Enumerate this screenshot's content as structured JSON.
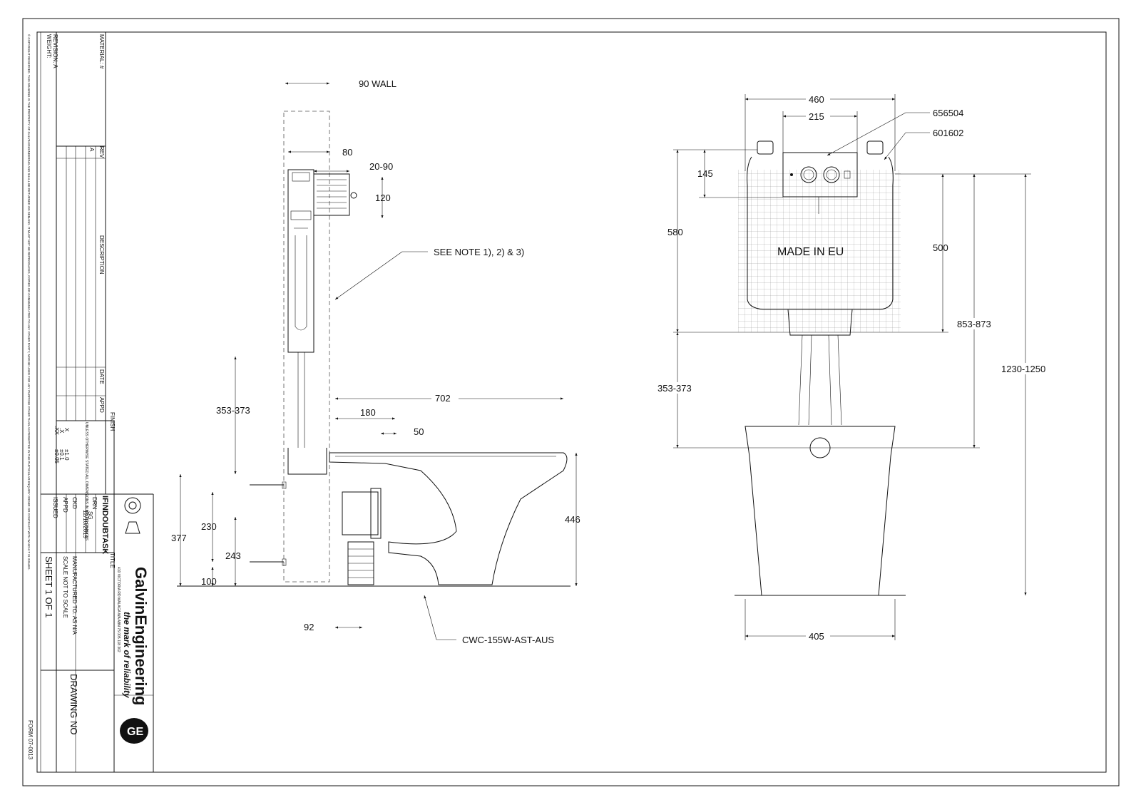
{
  "title_block": {
    "material_label": "MATERIAL: #",
    "weight_label": "WEIGHT:",
    "revision_label": "REVISION:  A",
    "copyright_note": "© COPYRIGHT RESERVED. THIS DRAWING IS THE PROPERTY OF GALVIN ENGINEERING AND SHALL BE RETURNED ON DEMAND. IT MUST NOT BE REPRODUCED, COPIED OR COMMUNICATED TO ANY OTHER PARTY, NOR BE USED FOR ANY PURPOSE OTHER THAN AS PERMITTED IN THE PARTICULAR ENQUIRY ORDER OR CONTRACT WITH WHICH IT IS ISSUED.",
    "rev_header": "REV",
    "rev_value": "A",
    "description_header": "DESCRIPTION",
    "date_header": "DATE",
    "appd_header": "APPD",
    "finish_label": "FINISH",
    "tolerance_note": "UNLESS OTHERWISE STATED ALL DIMENSIONS IN MM TOLERANCES",
    "tol_x": "X",
    "tol_x_val": "±1.0",
    "tol_xx": ".X",
    "tol_xx_val": "±0.1",
    "tol_xxx": ".XX",
    "tol_xxx_val": "±0.05",
    "drn_label": "DRN",
    "drn_initials": "SG",
    "drn_date": "12/10/2019",
    "ckd_label": "CKD",
    "appd_label": "APPD",
    "issued_label": "ISSUED",
    "project_name": "IFINDOUBTASK",
    "title_label": "TITLE",
    "company_name": "GalvinEngineering",
    "tagline": "the mark of reliability",
    "company_address": "410 VICTORIA RD MALAGA WA ABN 75 005 118 302",
    "manufactured_to": "MANUFACTURED TO:   AS N/A",
    "scale": "SCALE    NOT TO SCALE",
    "sheet": "SHEET 1 OF 1",
    "drawing_no_label": "DRAWING NO",
    "form_no": "FORM 07-0013"
  },
  "side_view": {
    "dim_wall": "90 WALL",
    "dim_80": "80",
    "dim_20_90": "20-90",
    "dim_120": "120",
    "note_callout": "SEE NOTE 1), 2) & 3)",
    "dim_353_373": "353-373",
    "dim_702": "702",
    "dim_180": "180",
    "dim_50": "50",
    "dim_446": "446",
    "dim_377": "377",
    "dim_230": "230",
    "dim_243": "243",
    "dim_100": "100",
    "dim_92": "92",
    "model_callout": "CWC-155W-AST-AUS"
  },
  "front_view": {
    "dim_460": "460",
    "dim_215": "215",
    "part_656504": "656504",
    "part_601602": "601602",
    "dim_145": "145",
    "dim_580": "580",
    "made_in": "MADE IN EU",
    "dim_500": "500",
    "dim_853_873": "853-873",
    "dim_1230_1250": "1230-1250",
    "dim_353_373": "353-373",
    "dim_405": "405"
  }
}
